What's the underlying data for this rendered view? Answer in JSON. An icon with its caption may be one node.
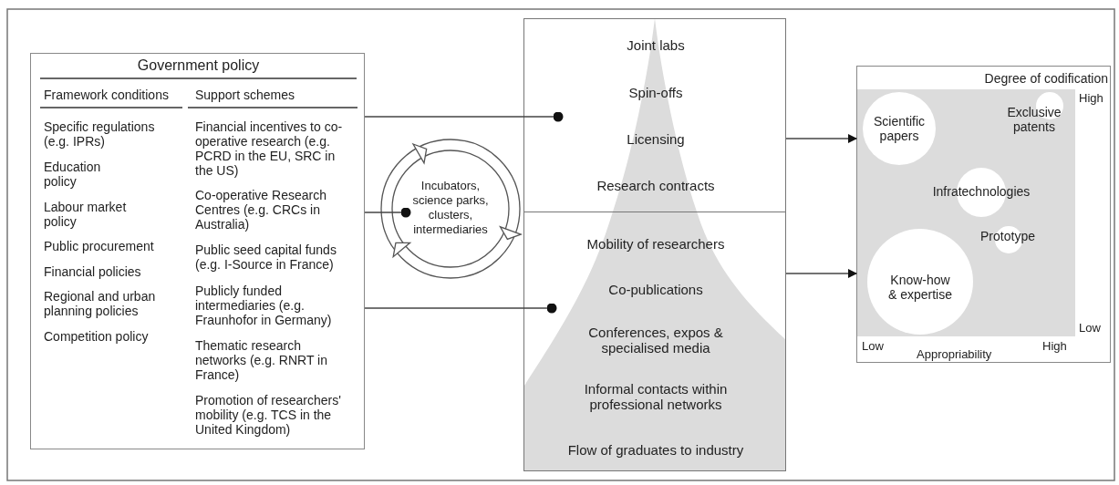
{
  "diagram": {
    "nodes": [
      {
        "text": [
          "Government policy",
          "Framework conditions",
          "Specific regulations (e.g. IPRs)",
          "Education policy",
          "Labour market policy",
          "Public procurement",
          "Financial policies",
          "Regional and urban planning policies",
          "Competition policy",
          "Support schemes",
          "Financial incentives to co-operative research (e.g. PCRD in the EU, SRC in the US)",
          "Co-operative Research Centres (e.g. CRCs in Australia)",
          "Public seed capital funds (e.g. I-Source in France)",
          "Publicly funded intermediaries (e.g. Fraunhofor in Germany)",
          "Thematic research networks (e.g. RNRT in France)",
          "Promotion of researchers' mobility (e.g. TCS in the United Kingdom)"
        ]
      },
      {
        "text": [
          "Joint labs",
          "Spin-offs",
          "Licensing",
          "Research contracts"
        ]
      },
      {
        "text": [
          "Mobility of researchers",
          "Co-publications",
          "Conferences, expos & specialised media",
          "Informal contacts within professional networks",
          "Flow of graduates to industry"
        ]
      },
      {
        "text": [
          "Incubators, science parks, clusters, intermediaries"
        ]
      },
      {
        "text": [
          "Degree of codification"
        ]
      },
      {
        "text": [],
        "shape": "box",
        "in": 4
      },
      {
        "text": [
          "Scientific papers"
        ],
        "in": 5
      },
      {
        "text": [
          "Exclusive patents"
        ],
        "in": 5
      },
      {
        "text": [
          "Infratechnologies"
        ],
        "in": 5
      },
      {
        "text": [
          "Prototype"
        ],
        "in": 5
      },
      {
        "text": [
          "Know-how & expertise"
        ],
        "in": 5
      }
    ],
    "edges": [
      {
        "from": 0,
        "to": 1,
        "arrow": "other"
      },
      {
        "from": 0,
        "to": 3,
        "arrow": "other"
      },
      {
        "from": 0,
        "to": 2,
        "arrow": "other"
      },
      {
        "from": 1,
        "to": 4,
        "arrow": "to"
      },
      {
        "from": 2,
        "to": 4,
        "arrow": "to"
      }
    ],
    "labels": [
      "High",
      "Low",
      "Low",
      "High",
      "Appropriability"
    ]
  }
}
